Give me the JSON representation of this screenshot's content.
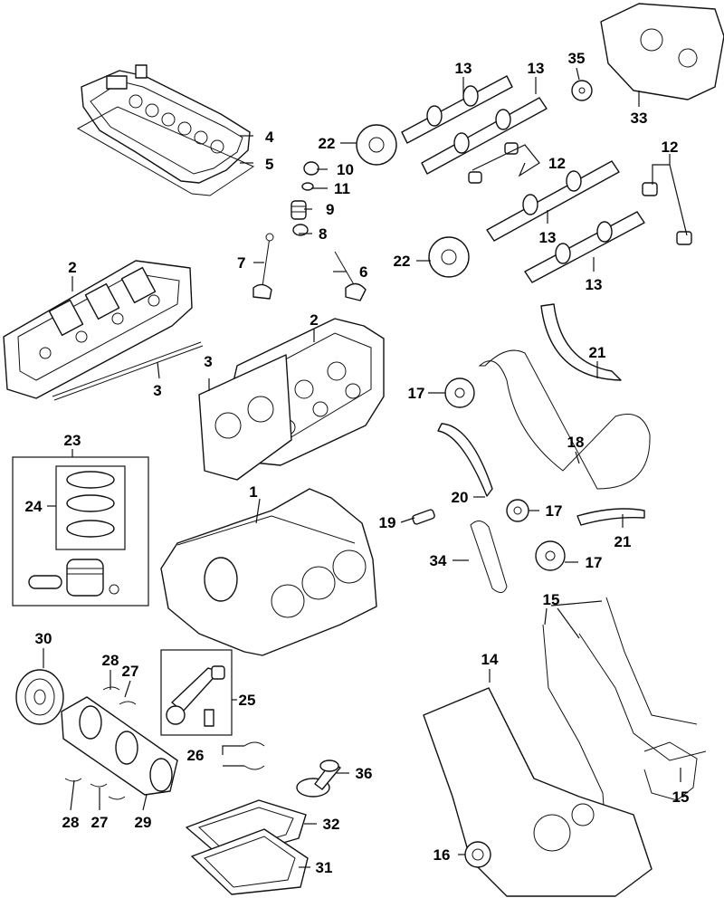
{
  "diagram": {
    "type": "exploded-parts-diagram",
    "callouts": {
      "c1": "1",
      "c2a": "2",
      "c2b": "2",
      "c3a": "3",
      "c3b": "3",
      "c4": "4",
      "c5": "5",
      "c6": "6",
      "c7": "7",
      "c8": "8",
      "c9": "9",
      "c10": "10",
      "c11": "11",
      "c12a": "12",
      "c12b": "12",
      "c13a": "13",
      "c13b": "13",
      "c13c": "13",
      "c13d": "13",
      "c14": "14",
      "c15a": "15",
      "c15b": "15",
      "c16": "16",
      "c17a": "17",
      "c17b": "17",
      "c17c": "17",
      "c18": "18",
      "c19": "19",
      "c20": "20",
      "c21a": "21",
      "c21b": "21",
      "c22a": "22",
      "c22b": "22",
      "c23": "23",
      "c24": "24",
      "c25": "25",
      "c26": "26",
      "c27a": "27",
      "c27b": "27",
      "c28a": "28",
      "c28b": "28",
      "c29": "29",
      "c30": "30",
      "c31": "31",
      "c32": "32",
      "c33": "33",
      "c34": "34",
      "c35": "35",
      "c36": "36"
    }
  }
}
